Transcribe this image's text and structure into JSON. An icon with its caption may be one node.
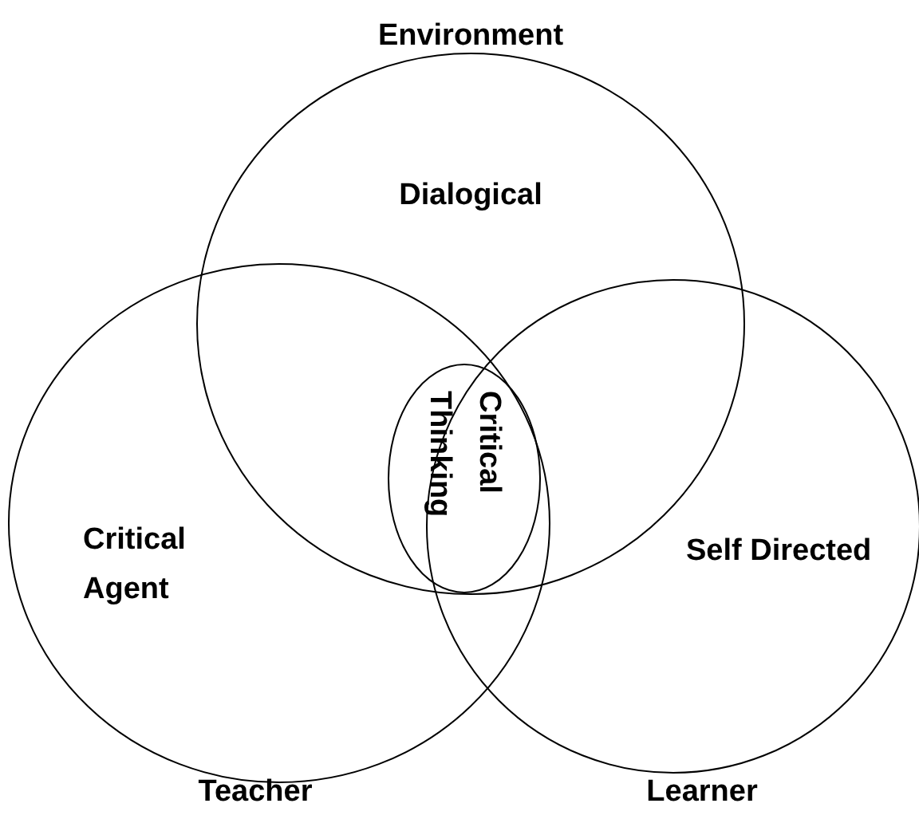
{
  "diagram": {
    "nodes": [
      {
        "text": [
          "Environment",
          "Dialogical"
        ]
      },
      {
        "text": [
          "Critical Agent",
          "Teacher"
        ]
      },
      {
        "text": [
          "Self Directed",
          "Learner"
        ]
      },
      {
        "text": [
          "Critical Thinking"
        ]
      }
    ]
  }
}
